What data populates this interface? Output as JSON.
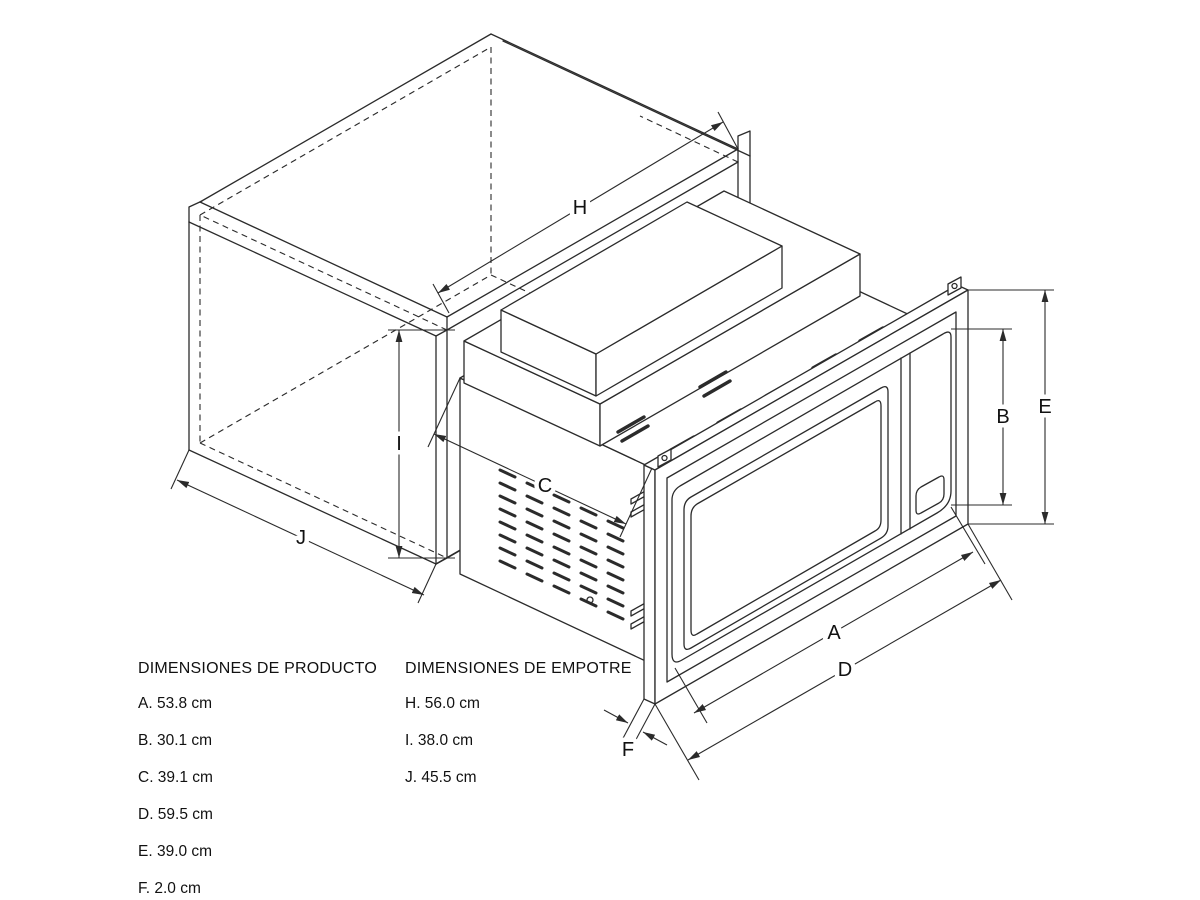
{
  "diagram": {
    "description": "Isometric installation drawing of built-in microwave with trim kit and cabinet cut-out",
    "dim_letters": {
      "a": "A",
      "b": "B",
      "c": "C",
      "d": "D",
      "e": "E",
      "f": "F",
      "h": "H",
      "i": "I",
      "j": "J"
    }
  },
  "product_dimensions": {
    "title": "DIMENSIONES DE PRODUCTO",
    "items": [
      "A. 53.8 cm",
      "B. 30.1 cm",
      "C. 39.1 cm",
      "D. 59.5 cm",
      "E. 39.0 cm",
      "F. 2.0 cm"
    ]
  },
  "built_in_dimensions": {
    "title": "DIMENSIONES DE EMPOTRE",
    "items": [
      "H. 56.0 cm",
      "I. 38.0 cm",
      "J. 45.5 cm"
    ]
  },
  "colors": {
    "background": "#ffffff",
    "line": "#2b2b2b"
  }
}
